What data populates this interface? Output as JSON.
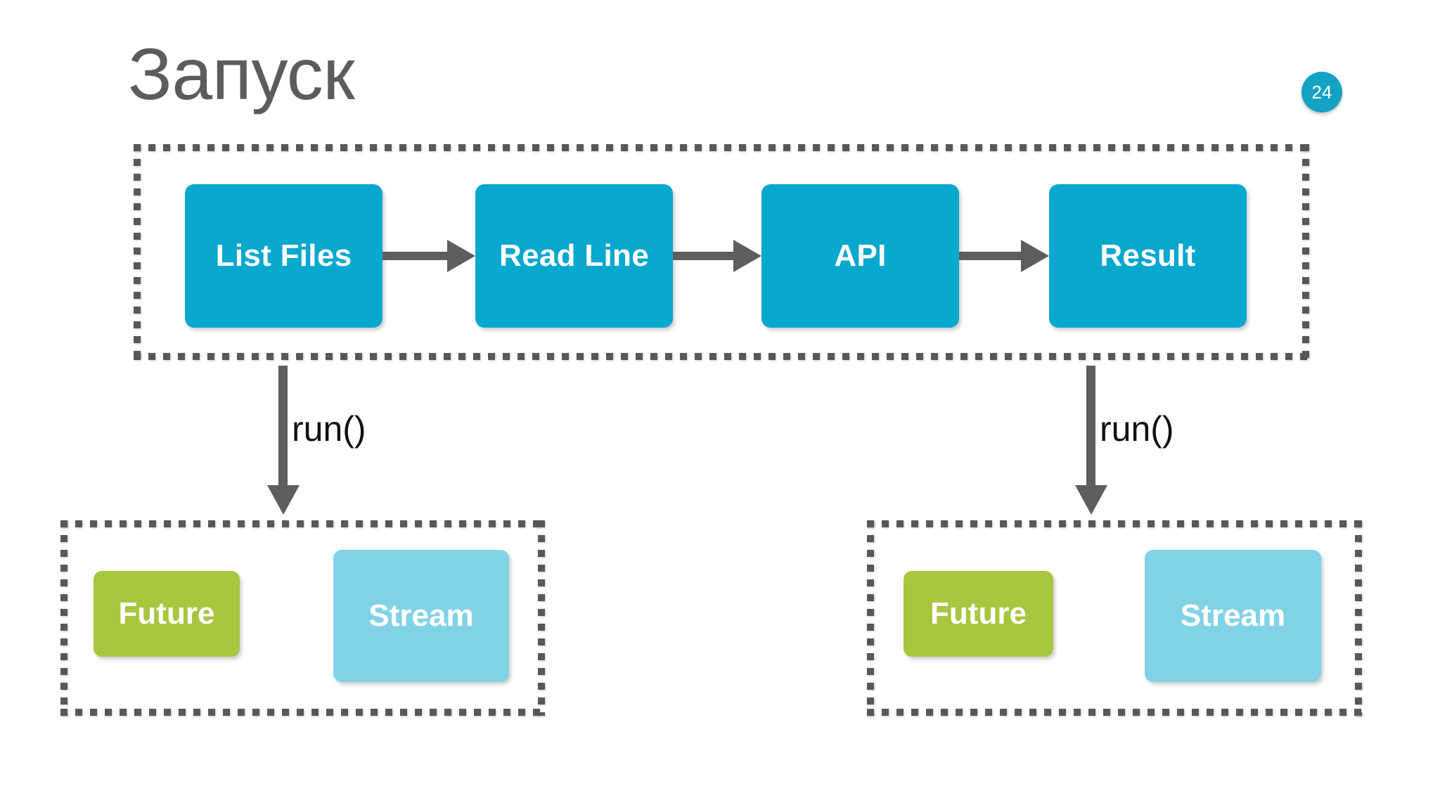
{
  "slide": {
    "title": "Запуск",
    "page_number": "24",
    "background_color": "#FFFFFF",
    "title_color": "#5C5C5C",
    "badge_color": "#14A2C4"
  },
  "colors": {
    "stage_teal": "#07A8CE",
    "future_green": "#A8C63E",
    "stream_blue": "#82D2E6",
    "arrow_grey": "#5E5E5E",
    "dash_grey": "#58585B"
  },
  "pipeline": {
    "stages": [
      {
        "label": "List Files"
      },
      {
        "label": "Read Line"
      },
      {
        "label": "API"
      },
      {
        "label": "Result"
      }
    ],
    "connector_count": 3
  },
  "run_arrows": [
    {
      "label": "run()"
    },
    {
      "label": "run()"
    }
  ],
  "result_groups": [
    {
      "chips": [
        {
          "label": "Future",
          "kind": "future"
        },
        {
          "label": "Stream",
          "kind": "stream"
        }
      ]
    },
    {
      "chips": [
        {
          "label": "Future",
          "kind": "future"
        },
        {
          "label": "Stream",
          "kind": "stream"
        }
      ]
    }
  ]
}
